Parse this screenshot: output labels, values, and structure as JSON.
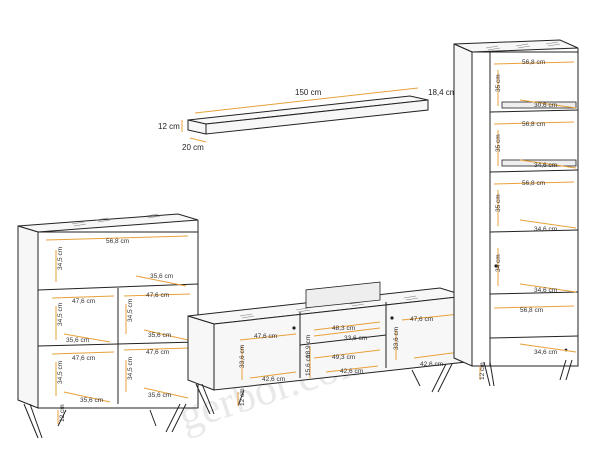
{
  "watermark": "gerbor.com.ua",
  "wall_shelf": {
    "length": "150 cm",
    "depth_right": "18,4 cm",
    "height": "12 cm",
    "depth": "20 cm"
  },
  "left_cabinet": {
    "top_width": "56,8 cm",
    "upper_height": "34,5 cm",
    "upper_inner": "35,6 cm",
    "mid_left_width": "47,6 cm",
    "mid_right_width": "47,6 cm",
    "mid_left_height": "34,5 cm",
    "mid_right_height": "34,5 cm",
    "mid_left_depth": "35,6 cm",
    "mid_right_depth": "35,6 cm",
    "low_left_width": "47,6 cm",
    "low_right_width": "47,6 cm",
    "low_left_height": "34,5 cm",
    "low_right_height": "34,5 cm",
    "low_left_depth": "35,6 cm",
    "low_right_depth": "35,6 cm",
    "leg": "12 cm"
  },
  "tv_unit": {
    "left_width": "47,6 cm",
    "left_height": "33,6 cm",
    "left_depth": "42,6 cm",
    "center_top": "48,3 cm",
    "center_mid": "49,3 cm",
    "center_upper_h": "13,9 cm",
    "center_lower_h": "15,6 cm",
    "center_depth": "42,6 cm",
    "center_inner": "33,6 cm",
    "right_width": "47,6 cm",
    "right_height": "33,6 cm",
    "right_depth": "42,6 cm",
    "leg": "12 cm"
  },
  "tall_cabinet": {
    "top_width": "56,8 cm",
    "s1_height": "35 cm",
    "s1_depth": "30,6 cm",
    "s2_width": "56,8 cm",
    "s2_height": "35 cm",
    "s2_depth": "34,6 cm",
    "s3_width": "56,8 cm",
    "s3_height": "35 cm",
    "s3_depth": "34,6 cm",
    "s4_height": "34 cm",
    "s4_depth": "34,6 cm",
    "s5_width": "56,8 cm",
    "s5_depth": "34,6 cm",
    "leg": "12 cm"
  }
}
